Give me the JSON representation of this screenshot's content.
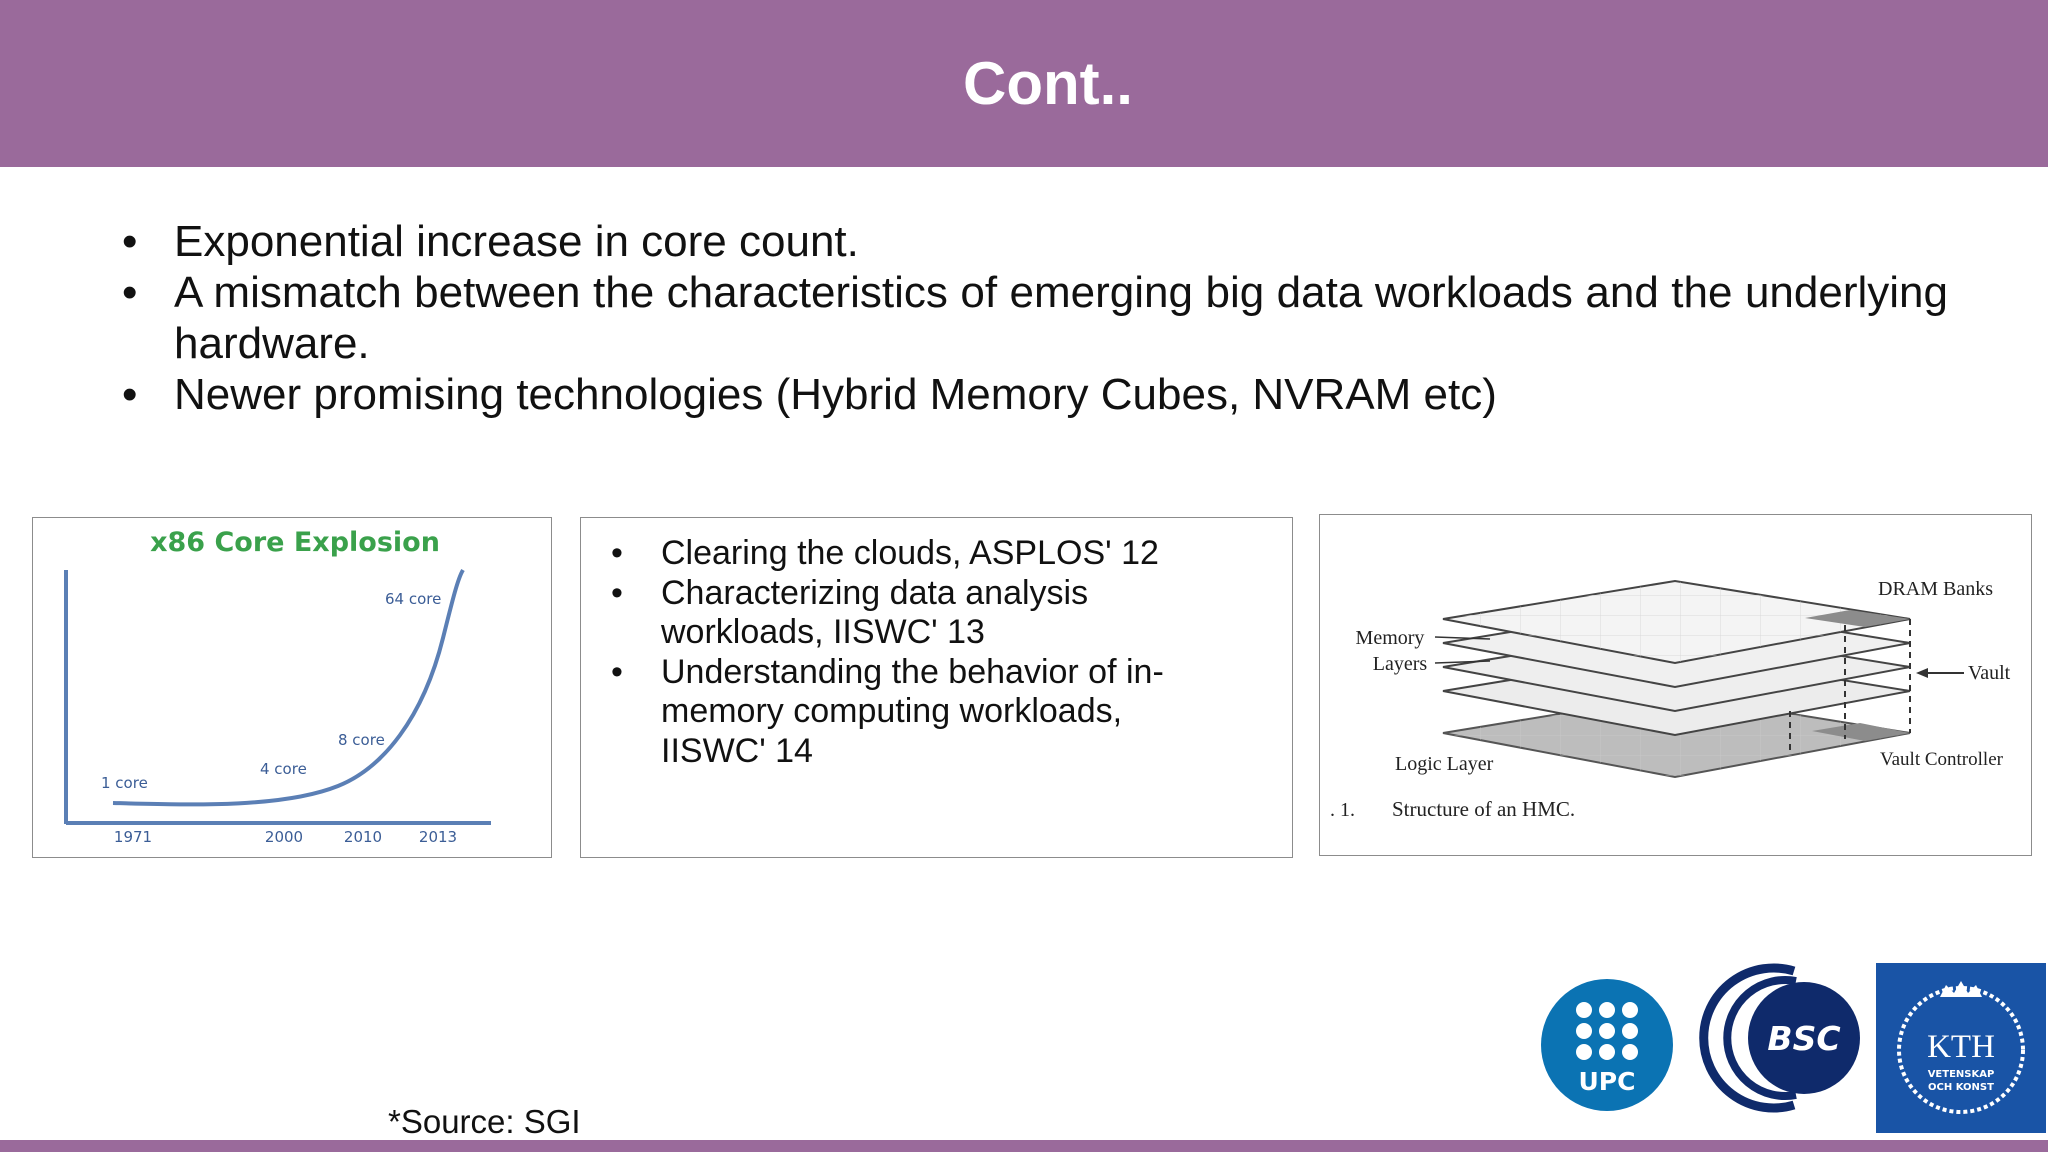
{
  "slide": {
    "title": "Cont..",
    "bullets": [
      "Exponential increase in core count.",
      "A mismatch between the characteristics of emerging big data workloads and the underlying hardware.",
      "Newer promising technologies (Hybrid Memory Cubes, NVRAM etc)"
    ],
    "source_note": "*Source: SGI"
  },
  "references": [
    "Clearing the clouds, ASPLOS' 12",
    "Characterizing data analysis workloads, IISWC' 13",
    "Understanding the behavior of  in-memory computing workloads, IISWC' 14"
  ],
  "core_chart": {
    "title": "x86 Core Explosion",
    "years": [
      "1971",
      "2000",
      "2010",
      "2013"
    ],
    "labels": [
      "1 core",
      "4 core",
      "8 core",
      "64 core"
    ]
  },
  "hmc_figure": {
    "labels": {
      "dram_banks": "DRAM Banks",
      "memory_layers_1": "Memory",
      "memory_layers_2": "Layers",
      "vault": "Vault",
      "logic_layer": "Logic Layer",
      "vault_controller": "Vault Controller"
    },
    "caption_prefix": ". 1.",
    "caption": "Structure of an HMC."
  },
  "logos": {
    "upc_text": "UPC",
    "bsc_text": "BSC",
    "kth_text": "KTH",
    "kth_sub_1": "VETENSKAP",
    "kth_sub_2": "OCH KONST"
  },
  "colors": {
    "header": "#9a6a9b",
    "chart_title": "#3aa14b",
    "chart_axis": "#5b7fb5",
    "upc_blue": "#0b73b3",
    "bsc_navy": "#0f2a6b",
    "kth_blue": "#1954a6"
  }
}
